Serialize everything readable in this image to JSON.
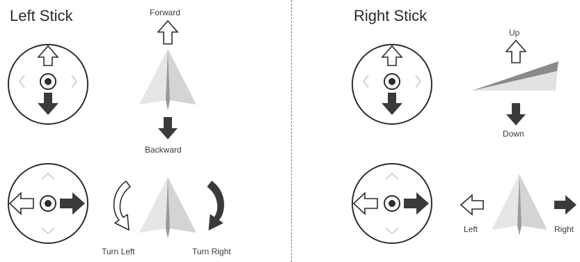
{
  "left_stick": {
    "title": "Left Stick",
    "labels": {
      "forward": "Forward",
      "backward": "Backward",
      "turn_left": "Turn Left",
      "turn_right": "Turn Right"
    }
  },
  "right_stick": {
    "title": "Right Stick",
    "labels": {
      "up": "Up",
      "down": "Down",
      "left": "Left",
      "right": "Right"
    }
  },
  "colors": {
    "ink": "#2b2b2b",
    "dark_arrow": "#3a3a3a",
    "light_chevron": "#c8c8c8",
    "plane_light": "#e6e6e6",
    "plane_mid": "#cfcfcf",
    "plane_dark": "#9a9a9a"
  },
  "icons": {
    "joystick": "joystick-icon",
    "plane": "paper-plane-icon",
    "arrow_outline": "arrow-outline-icon",
    "arrow_filled": "arrow-filled-icon"
  }
}
